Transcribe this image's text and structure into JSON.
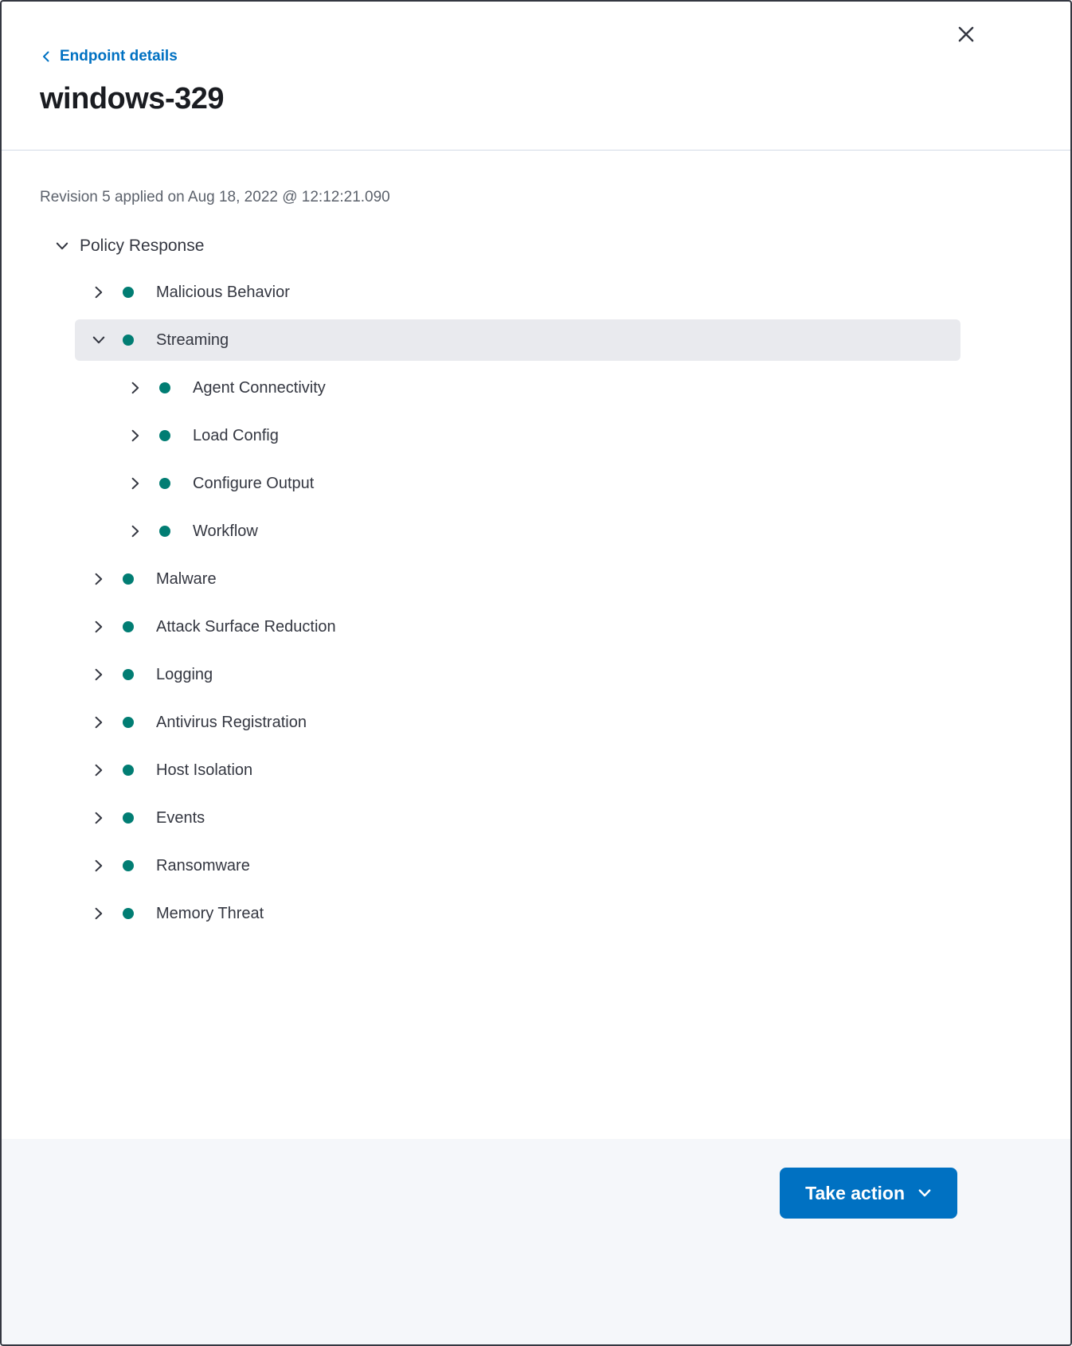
{
  "panel": {
    "back_link_label": "Endpoint details",
    "title": "windows-329",
    "revision_text": "Revision 5 applied on Aug 18, 2022 @ 12:12:21.090"
  },
  "tree": {
    "root_label": "Policy Response",
    "root_expanded": true,
    "items": [
      {
        "label": "Malicious Behavior",
        "status": "success",
        "expanded": false
      },
      {
        "label": "Streaming",
        "status": "success",
        "expanded": true,
        "selected": true,
        "children": [
          {
            "label": "Agent Connectivity",
            "status": "success",
            "expanded": false
          },
          {
            "label": "Load Config",
            "status": "success",
            "expanded": false
          },
          {
            "label": "Configure Output",
            "status": "success",
            "expanded": false
          },
          {
            "label": "Workflow",
            "status": "success",
            "expanded": false
          }
        ]
      },
      {
        "label": "Malware",
        "status": "success",
        "expanded": false
      },
      {
        "label": "Attack Surface Reduction",
        "status": "success",
        "expanded": false
      },
      {
        "label": "Logging",
        "status": "success",
        "expanded": false
      },
      {
        "label": "Antivirus Registration",
        "status": "success",
        "expanded": false
      },
      {
        "label": "Host Isolation",
        "status": "success",
        "expanded": false
      },
      {
        "label": "Events",
        "status": "success",
        "expanded": false
      },
      {
        "label": "Ransomware",
        "status": "success",
        "expanded": false
      },
      {
        "label": "Memory Threat",
        "status": "success",
        "expanded": false
      }
    ]
  },
  "footer": {
    "take_action_label": "Take action"
  },
  "icons": {
    "close": "x",
    "back": "chevron-left",
    "expanded": "chevron-down",
    "collapsed": "chevron-right",
    "status": "filled-dot"
  },
  "colors": {
    "accent_blue": "#0071C2",
    "status_dot_teal": "#017D73",
    "selected_row_bg": "#E9EAEE",
    "footer_bg": "#F5F7FA"
  }
}
